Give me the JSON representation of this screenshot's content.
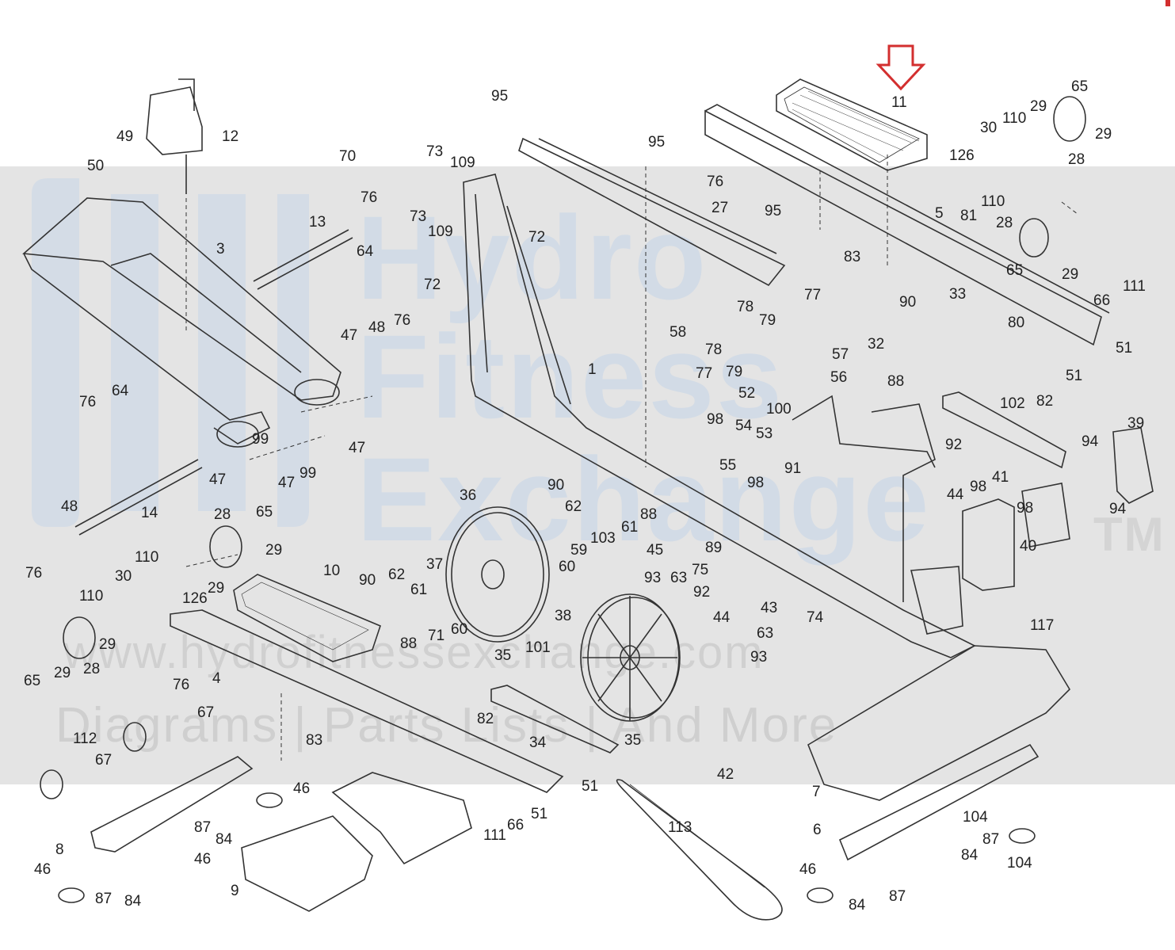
{
  "watermark": {
    "line1": "Hydro",
    "line2": "Fitness",
    "line3": "Exchange",
    "tm": "TM",
    "url": "www.hydrofitnessexchange.com",
    "tagline": "Diagrams | Parts Lists | And More"
  },
  "highlight_arrow_color": "#d32f2f",
  "highlighted_part": "11",
  "labels": [
    "95",
    "11",
    "65",
    "110",
    "29",
    "30",
    "29",
    "28",
    "126",
    "110",
    "12",
    "49",
    "50",
    "70",
    "73",
    "109",
    "73",
    "109",
    "76",
    "64",
    "72",
    "72",
    "95",
    "76",
    "27",
    "95",
    "5",
    "81",
    "28",
    "65",
    "29",
    "3",
    "13",
    "83",
    "90",
    "33",
    "77",
    "78",
    "79",
    "32",
    "57",
    "66",
    "111",
    "80",
    "51",
    "51",
    "47",
    "48",
    "76",
    "58",
    "78",
    "77",
    "79",
    "52",
    "100",
    "56",
    "88",
    "76",
    "64",
    "1",
    "102",
    "82",
    "98",
    "54",
    "53",
    "55",
    "98",
    "92",
    "39",
    "94",
    "91",
    "99",
    "47",
    "47",
    "99",
    "36",
    "90",
    "62",
    "88",
    "61",
    "45",
    "89",
    "44",
    "98",
    "41",
    "98",
    "94",
    "40",
    "48",
    "14",
    "47",
    "28",
    "65",
    "29",
    "76",
    "110",
    "30",
    "126",
    "29",
    "59",
    "103",
    "60",
    "37",
    "90",
    "62",
    "61",
    "10",
    "93",
    "63",
    "92",
    "75",
    "43",
    "74",
    "117",
    "110",
    "29",
    "60",
    "71",
    "88",
    "38",
    "44",
    "63",
    "93",
    "28",
    "65",
    "29",
    "4",
    "76",
    "35",
    "101",
    "67",
    "82",
    "34",
    "35",
    "112",
    "83",
    "42",
    "7",
    "67",
    "46",
    "51",
    "51",
    "113",
    "104",
    "87",
    "6",
    "8",
    "84",
    "46",
    "104",
    "84",
    "87",
    "66",
    "111",
    "46",
    "87",
    "84",
    "87",
    "9",
    "84",
    "46"
  ]
}
